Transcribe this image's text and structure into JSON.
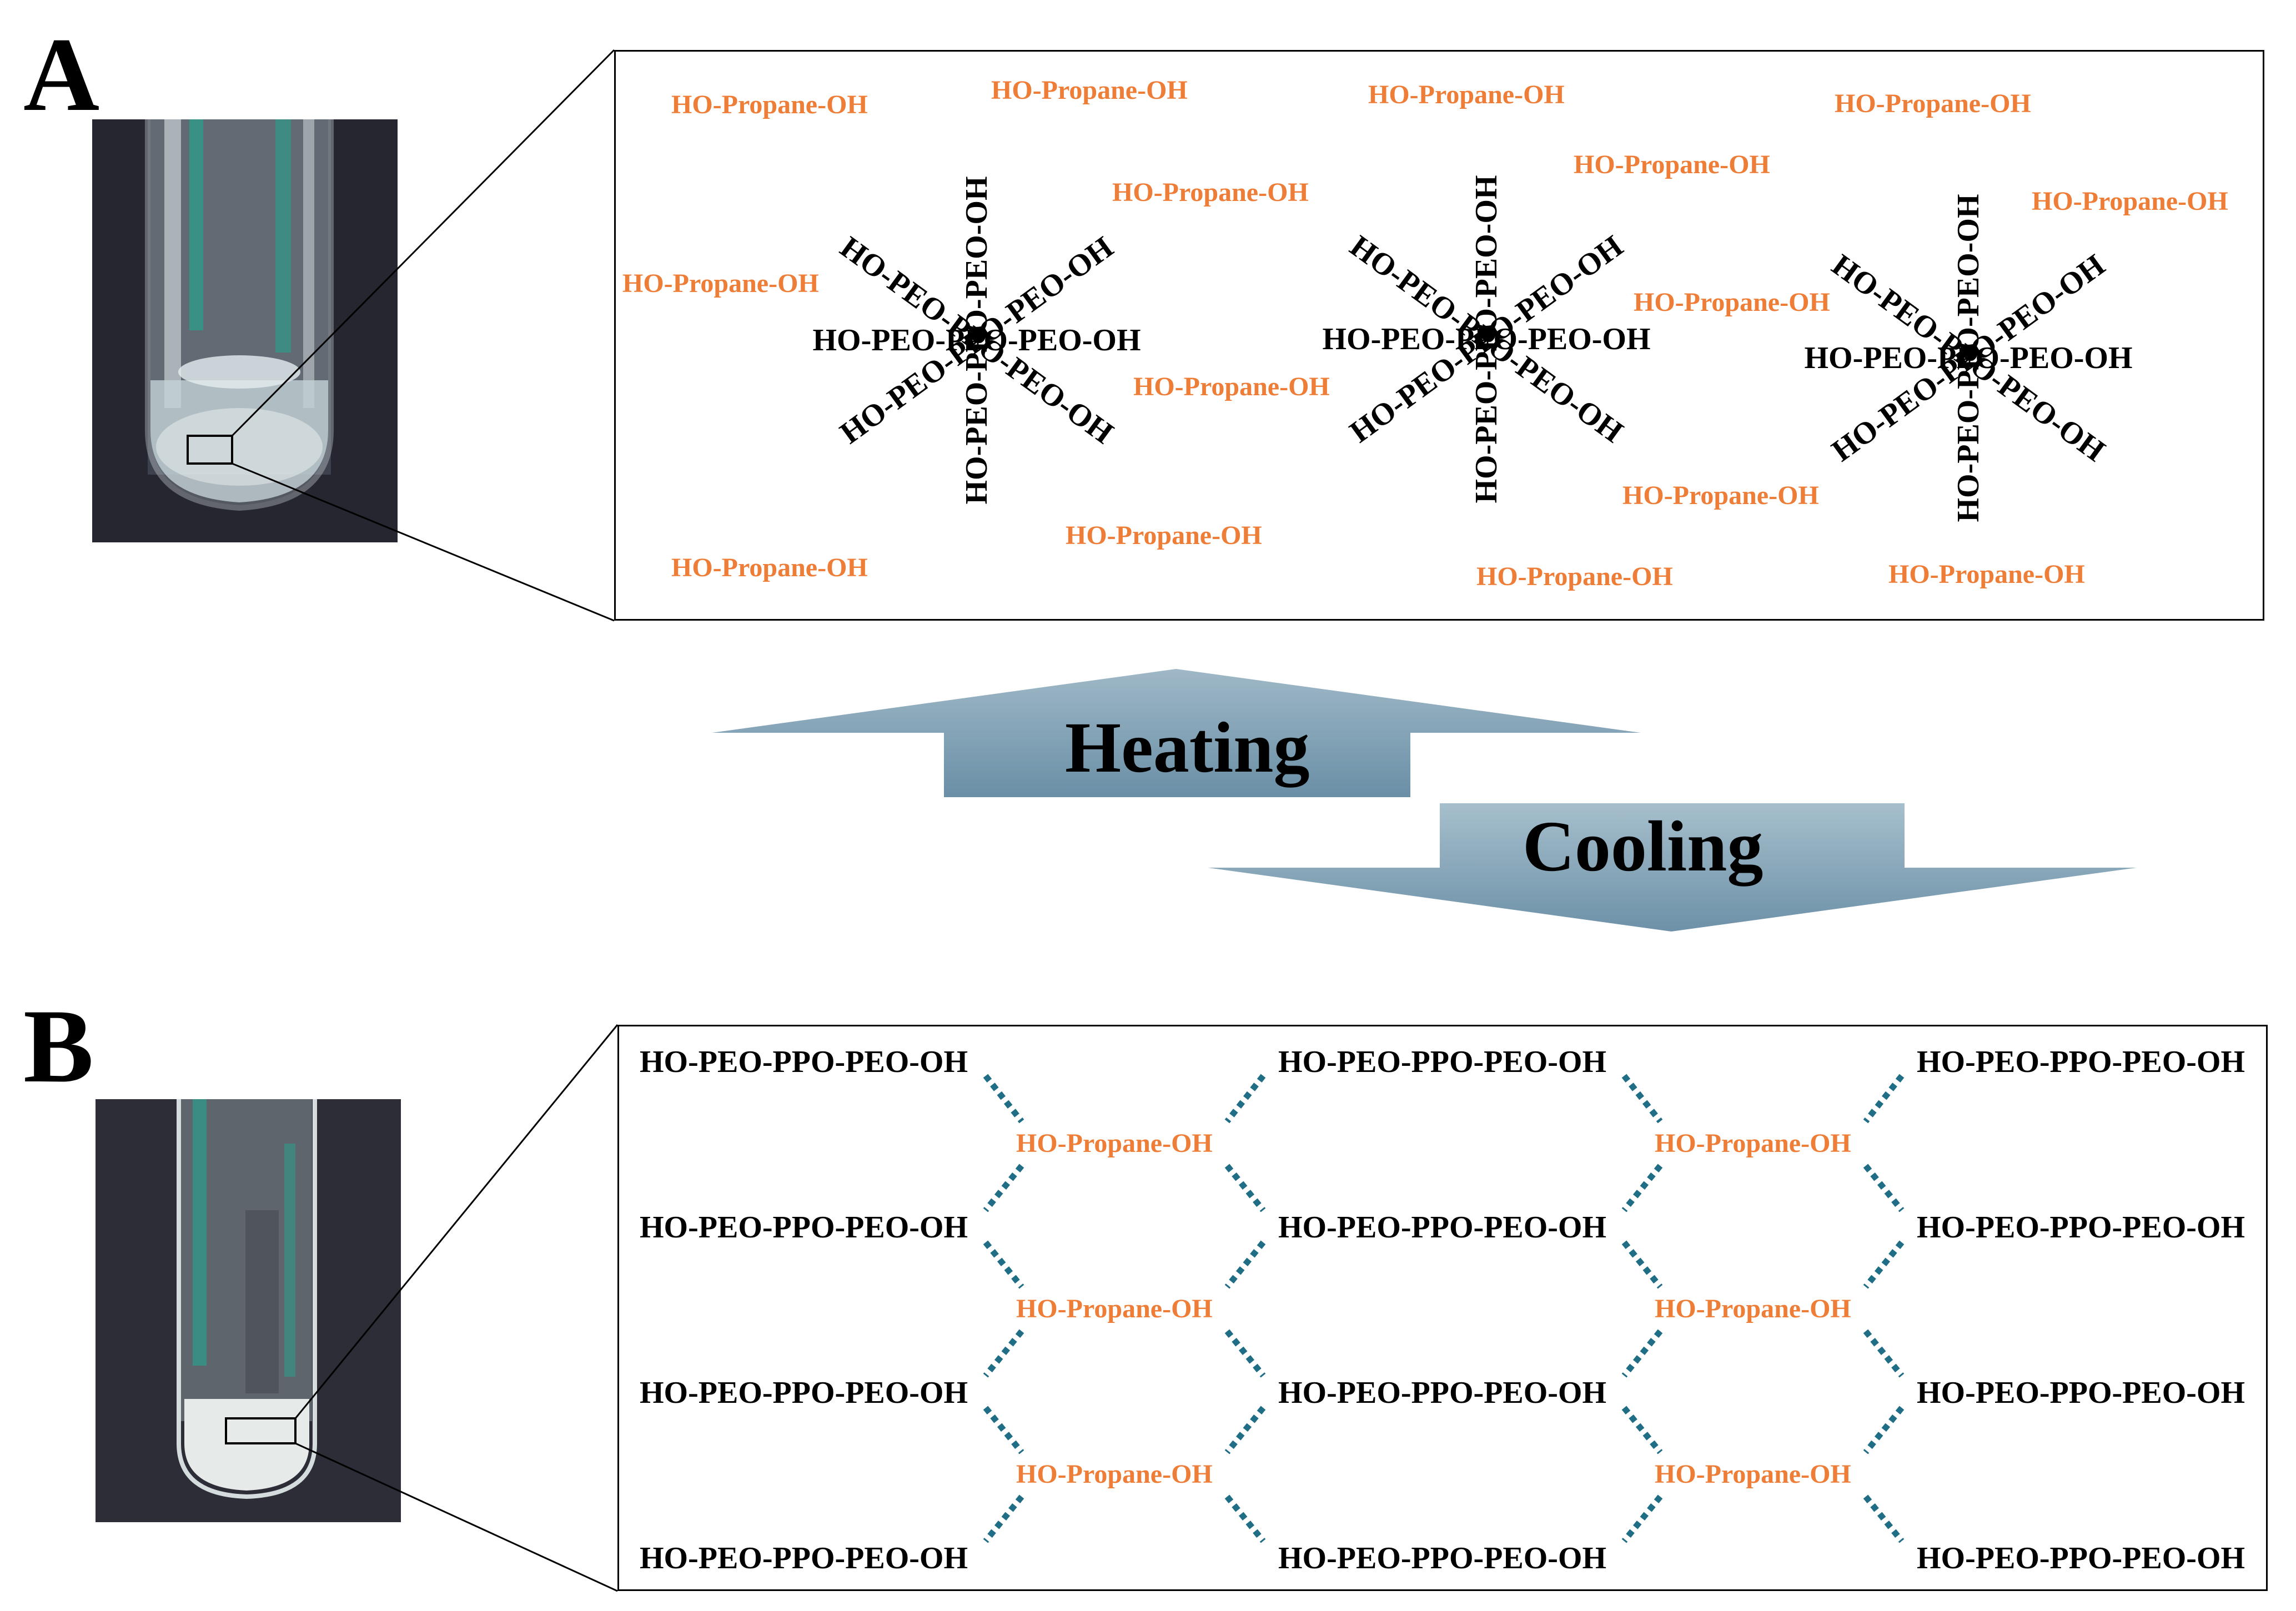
{
  "panel_a": {
    "letter": "A",
    "propane_label": "HO-Propane-OH",
    "polymer_label": "HO-PEO-PPO-PEO-OH"
  },
  "panel_b": {
    "letter": "B",
    "propane_label": "HO-Propane-OH",
    "polymer_label": "HO-PEO-PPO-PEO-OH"
  },
  "arrows": {
    "heating_label": "Heating",
    "cooling_label": "Cooling"
  },
  "colors": {
    "propane_text": "#ee7d37",
    "polymer_text": "#000000",
    "hydrogen_bond": "#1f6e86",
    "arrow_fill": "#7d9fb4",
    "photo_background": "#23242e"
  }
}
